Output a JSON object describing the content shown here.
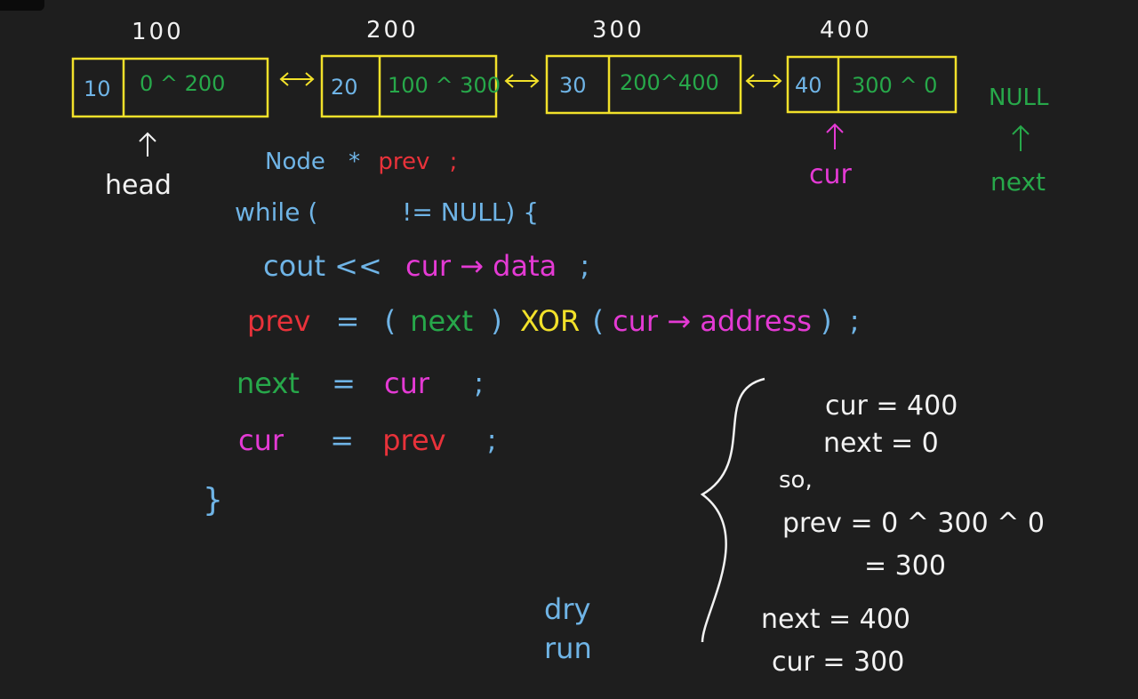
{
  "colors": {
    "background": "#1e1e1e",
    "white": "#f2f2f2",
    "blue": "#6fb4e6",
    "green": "#27a84a",
    "yellow": "#f2e12a",
    "magenta": "#e43ad4",
    "red": "#e8323a"
  },
  "nodes": [
    {
      "address": "100",
      "data": "10",
      "link": "0 ^ 200"
    },
    {
      "address": "200",
      "data": "20",
      "link": "100 ^ 300"
    },
    {
      "address": "300",
      "data": "30",
      "link": "200^400"
    },
    {
      "address": "400",
      "data": "40",
      "link": "300 ^ 0"
    }
  ],
  "pointers": {
    "head": "head",
    "cur": "cur",
    "null_label": "NULL",
    "next": "next"
  },
  "code": {
    "decl_type": "Node",
    "decl_star": "*",
    "decl_var": "prev",
    "decl_semi": ";",
    "while_kw": "while (",
    "while_cond": "!= NULL) {",
    "cout_kw": "cout <<",
    "cout_expr": "cur → data",
    "cout_semi": ";",
    "prev_lhs": "prev",
    "prev_eq": "=",
    "prev_open": "(",
    "prev_next": "next",
    "prev_close": ")",
    "xor_kw": "XOR",
    "prev_paren_open": "(",
    "cur_addr": "cur → address",
    "prev_paren_close": ")",
    "prev_semi": ";",
    "next_lhs": "next",
    "next_eq": "=",
    "next_rhs": "cur",
    "next_semi": ";",
    "cur_lhs": "cur",
    "cur_eq": "=",
    "cur_rhs": "prev",
    "cur_semi": ";",
    "close_brace": "}"
  },
  "dry_run": {
    "label_line1": "dry",
    "label_line2": "run",
    "line1": "cur = 400",
    "line2": "next = 0",
    "line3": "so,",
    "line4": "prev = 0 ^ 300 ^ 0",
    "line5": "= 300",
    "line6": "next = 400",
    "line7": "cur = 300"
  }
}
